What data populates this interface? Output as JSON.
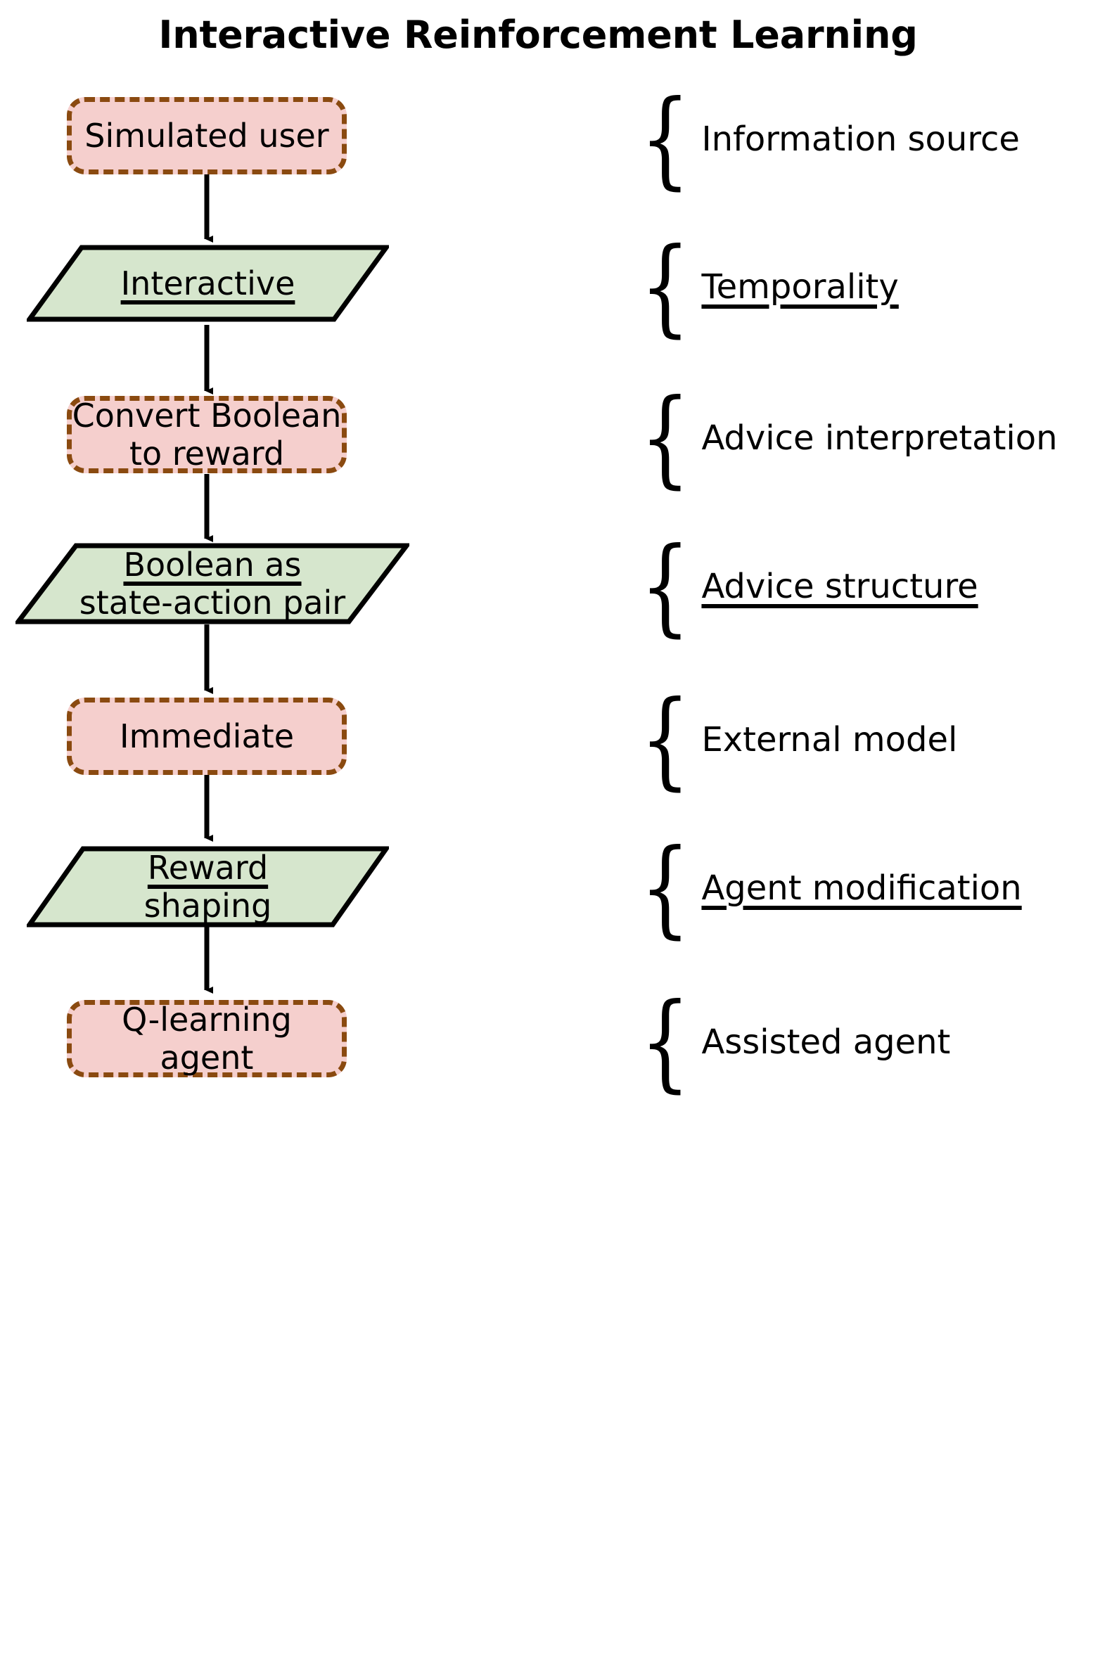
{
  "title": "Interactive Reinforcement Learning",
  "colors": {
    "box_fill": "#f5cfcd",
    "box_border": "#8a4a10",
    "para_fill": "#d6e6cd",
    "para_border": "#000000",
    "text": "#000000",
    "background": "#ffffff"
  },
  "flow": {
    "nodes": [
      {
        "id": "simulated-user",
        "label": "Simulated user",
        "shape": "rounded-rect",
        "underlined": false
      },
      {
        "id": "interactive",
        "label": "Interactive",
        "shape": "parallelogram",
        "underlined": true
      },
      {
        "id": "convert-boolean",
        "label": "Convert Boolean\nto reward",
        "shape": "rounded-rect",
        "underlined": false
      },
      {
        "id": "boolean-state-action",
        "label": "Boolean as\nstate-action pair",
        "shape": "parallelogram",
        "underlined": true
      },
      {
        "id": "immediate",
        "label": "Immediate",
        "shape": "rounded-rect",
        "underlined": false
      },
      {
        "id": "reward-shaping",
        "label": "Reward\nshaping",
        "shape": "parallelogram",
        "underlined": true
      },
      {
        "id": "q-learning-agent",
        "label": "Q-learning agent",
        "shape": "rounded-rect",
        "underlined": false
      }
    ],
    "edges": [
      {
        "from": "simulated-user",
        "to": "interactive"
      },
      {
        "from": "interactive",
        "to": "convert-boolean"
      },
      {
        "from": "convert-boolean",
        "to": "boolean-state-action"
      },
      {
        "from": "boolean-state-action",
        "to": "immediate"
      },
      {
        "from": "immediate",
        "to": "reward-shaping"
      },
      {
        "from": "reward-shaping",
        "to": "q-learning-agent"
      }
    ]
  },
  "annotations": [
    {
      "id": "information-source",
      "brace": "{",
      "label": "Information source",
      "underlined": false
    },
    {
      "id": "temporality",
      "brace": "{",
      "label": "Temporality",
      "underlined": true
    },
    {
      "id": "advice-interpretation",
      "brace": "{",
      "label": "Advice interpretation",
      "underlined": false
    },
    {
      "id": "advice-structure",
      "brace": "{",
      "label": "Advice structure",
      "underlined": true
    },
    {
      "id": "external-model",
      "brace": "{",
      "label": "External model",
      "underlined": false
    },
    {
      "id": "agent-modification",
      "brace": "{",
      "label": "Agent modification",
      "underlined": true
    },
    {
      "id": "assisted-agent",
      "brace": "{",
      "label": "Assisted agent",
      "underlined": false
    }
  ]
}
